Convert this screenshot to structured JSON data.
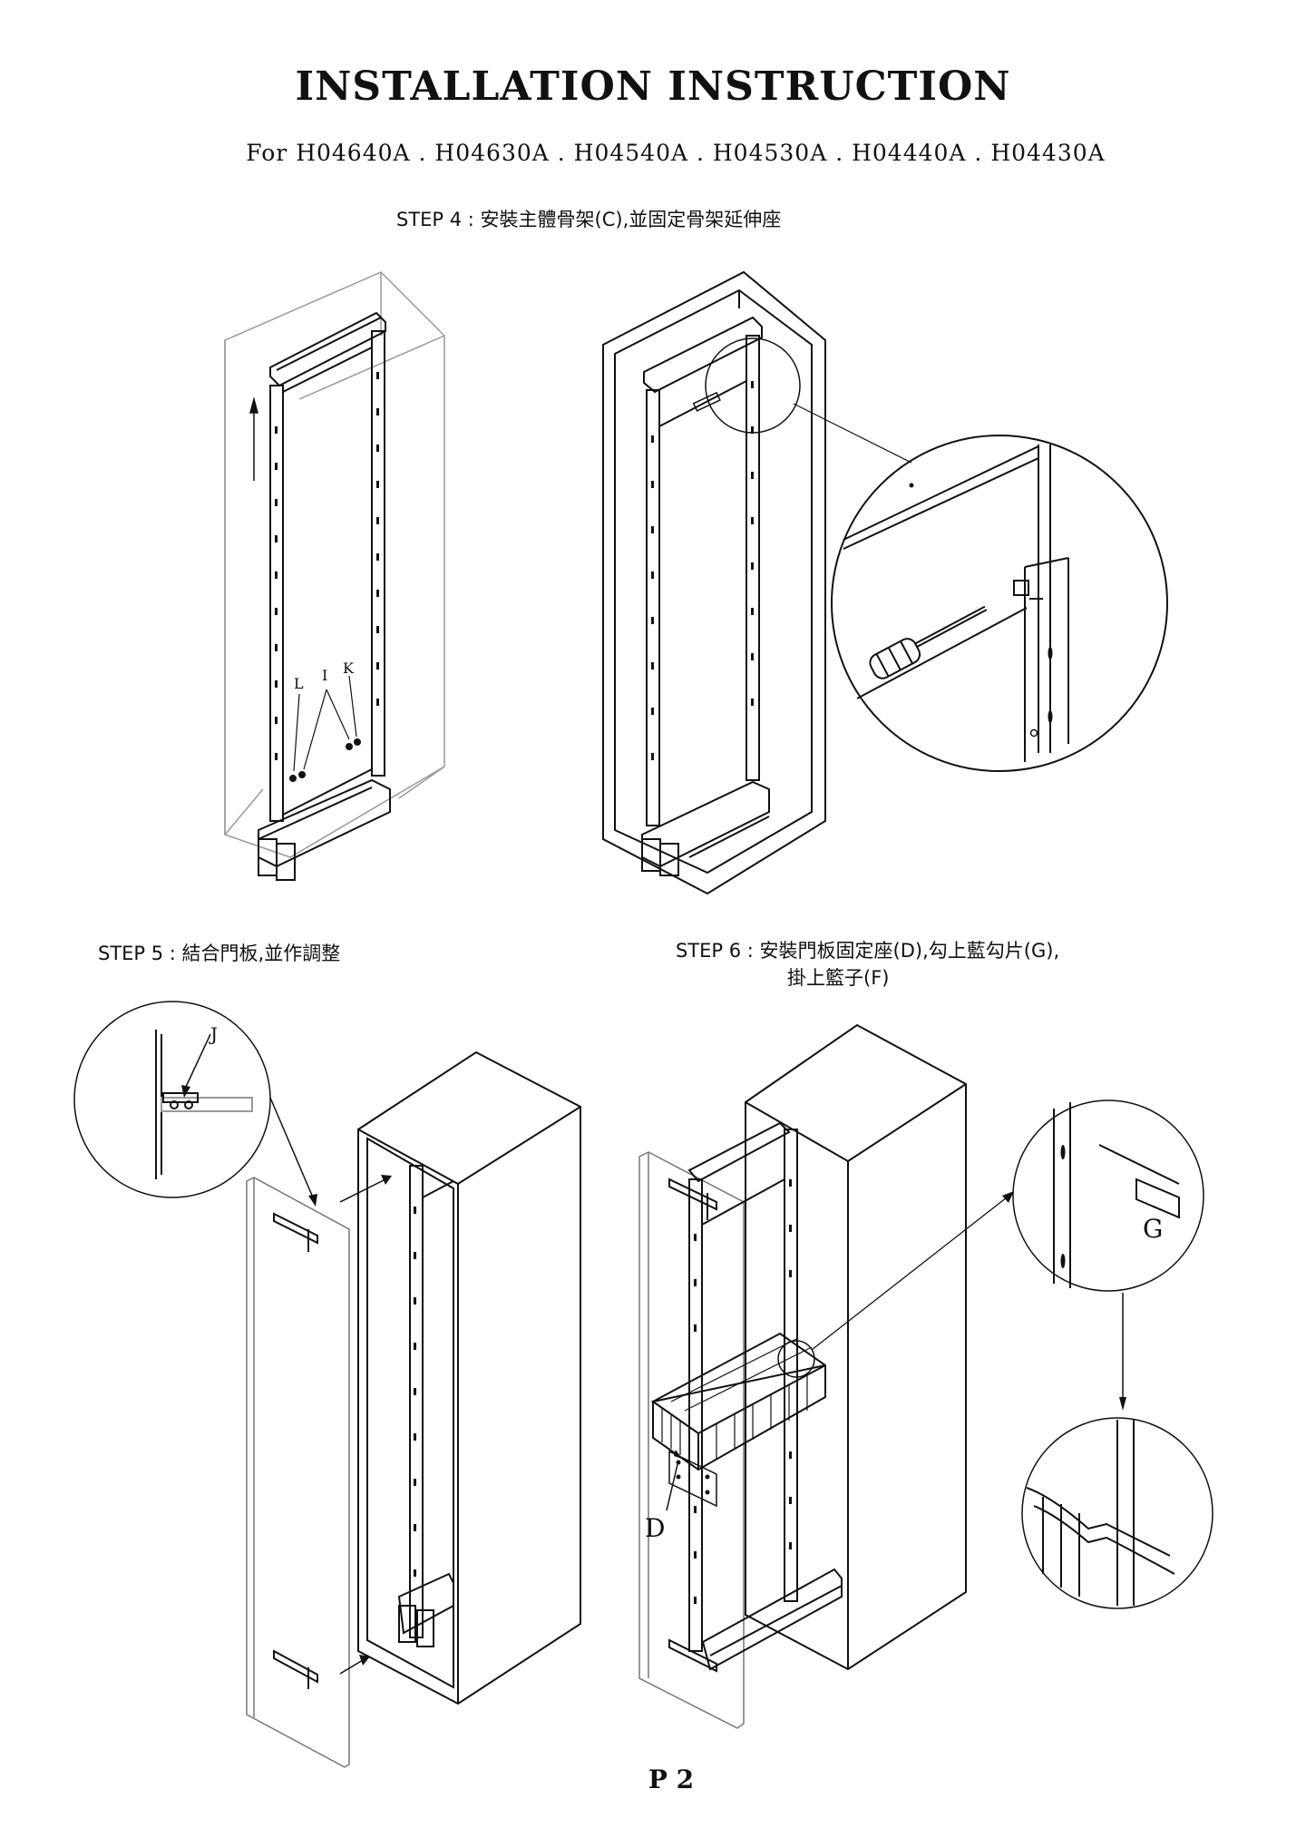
{
  "header": {
    "title": "INSTALLATION INSTRUCTION",
    "subtitle": "For  H04640A . H04630A . H04540A . H04530A . H04440A . H04430A"
  },
  "steps": {
    "step4": "STEP 4 : 安裝主體骨架(C),並固定骨架延伸座",
    "step5": "STEP 5 : 結合門板,並作調整",
    "step6_line1": "STEP 6 : 安裝門板固定座(D),勾上藍勾片(G),",
    "step6_line2": "掛上籃子(F)"
  },
  "labels": {
    "L": "L",
    "I": "I",
    "K": "K",
    "J": "J",
    "G": "G",
    "D": "D"
  },
  "footer": {
    "page": "P 2"
  }
}
